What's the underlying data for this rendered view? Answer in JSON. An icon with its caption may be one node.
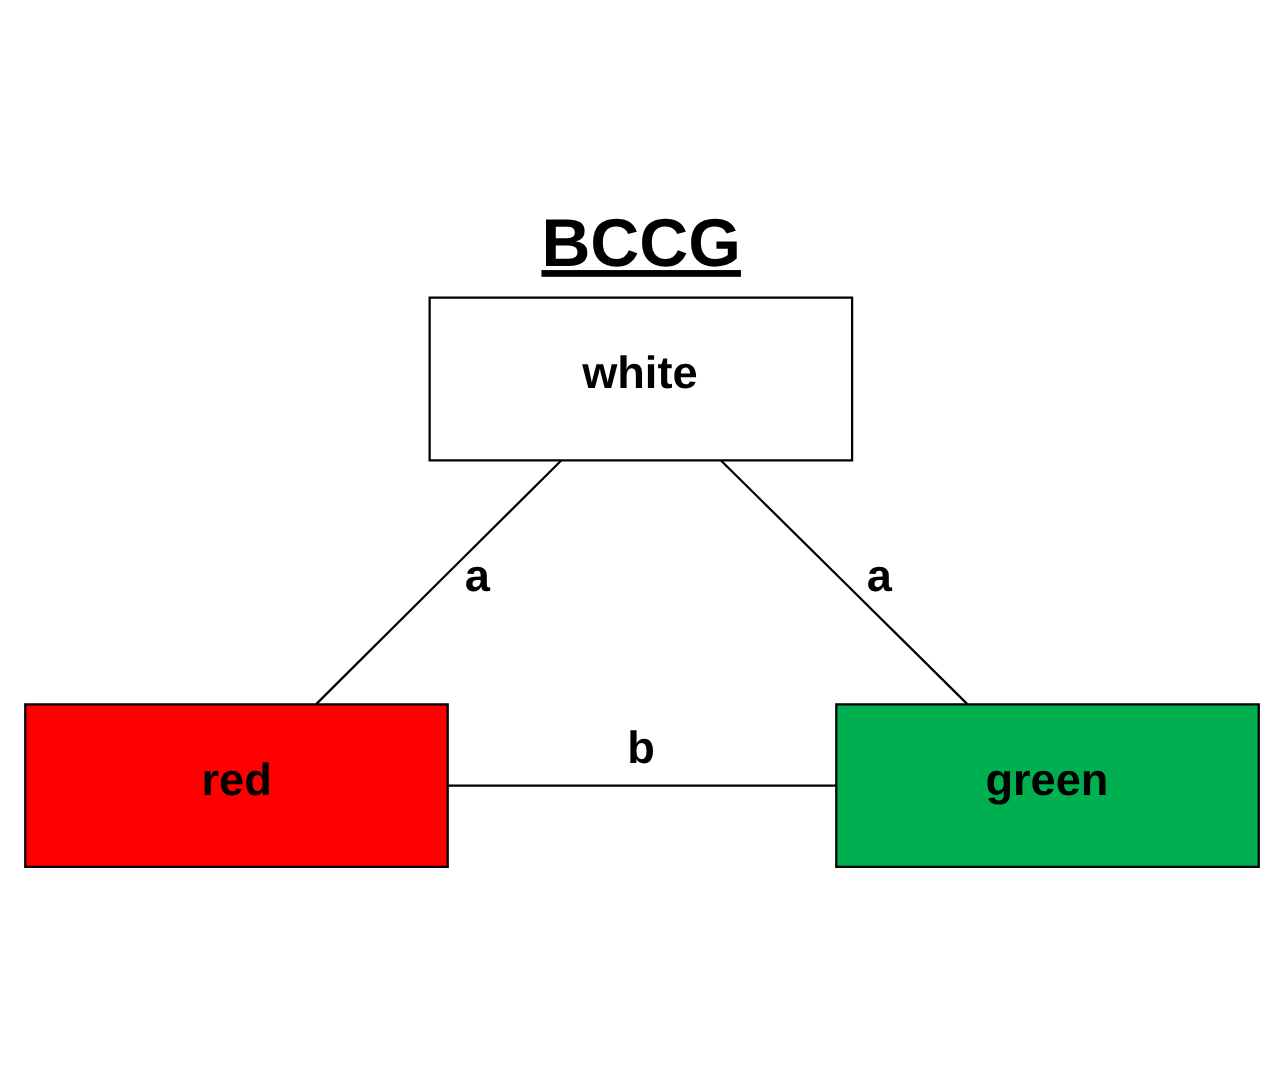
{
  "diagram": {
    "title": "BCCG",
    "nodes": [
      {
        "text": [
          "white"
        ]
      },
      {
        "text": [
          "red"
        ]
      },
      {
        "text": [
          "green"
        ]
      }
    ],
    "edges": [
      {
        "from": 0,
        "to": 1,
        "arrow": "none",
        "label": "a"
      },
      {
        "from": 0,
        "to": 2,
        "arrow": "none",
        "label": "a"
      },
      {
        "from": 1,
        "to": 2,
        "arrow": "none",
        "label": "b"
      }
    ]
  }
}
